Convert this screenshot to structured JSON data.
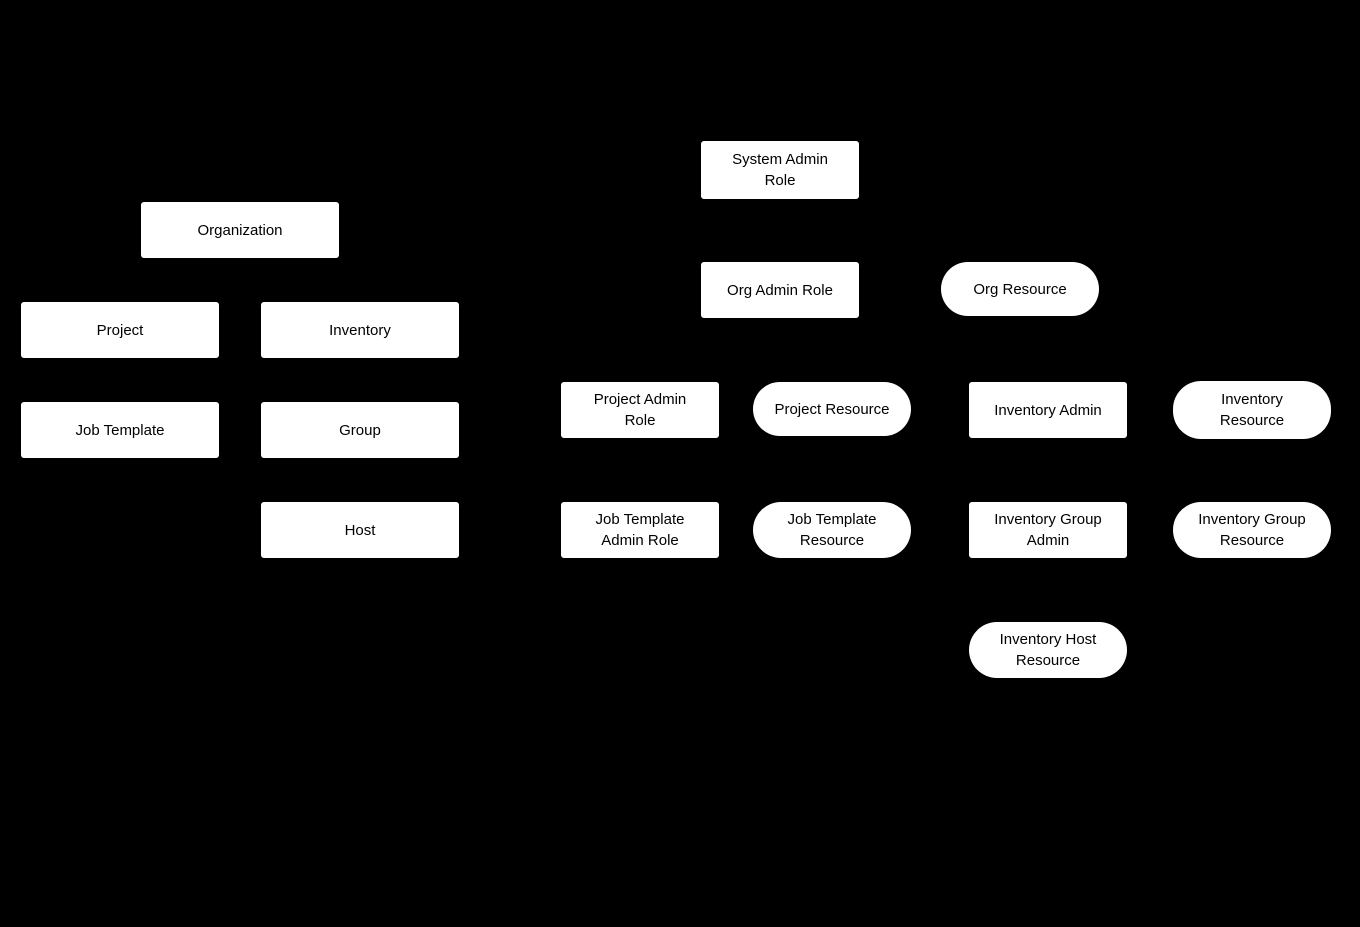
{
  "colors": {
    "background": "#000000",
    "node_fill": "#ffffff",
    "node_text": "#000000"
  },
  "nodes": {
    "organization": {
      "label": "Organization",
      "shape": "rectangle"
    },
    "project": {
      "label": "Project",
      "shape": "rectangle"
    },
    "inventory": {
      "label": "Inventory",
      "shape": "rectangle"
    },
    "job_template": {
      "label": "Job Template",
      "shape": "rectangle"
    },
    "group": {
      "label": "Group",
      "shape": "rectangle"
    },
    "host": {
      "label": "Host",
      "shape": "rectangle"
    },
    "system_admin_role": {
      "label": "System Admin\nRole",
      "shape": "rectangle"
    },
    "org_admin_role": {
      "label": "Org Admin Role",
      "shape": "rectangle"
    },
    "org_resource": {
      "label": "Org Resource",
      "shape": "pill"
    },
    "project_admin_role": {
      "label": "Project Admin\nRole",
      "shape": "rectangle"
    },
    "project_resource": {
      "label": "Project Resource",
      "shape": "pill"
    },
    "inventory_admin": {
      "label": "Inventory Admin",
      "shape": "rectangle"
    },
    "inventory_resource": {
      "label": "Inventory\nResource",
      "shape": "pill"
    },
    "job_template_admin_role": {
      "label": "Job Template\nAdmin Role",
      "shape": "rectangle"
    },
    "job_template_resource": {
      "label": "Job Template\nResource",
      "shape": "pill"
    },
    "inventory_group_admin": {
      "label": "Inventory Group\nAdmin",
      "shape": "rectangle"
    },
    "inventory_group_resource": {
      "label": "Inventory Group\nResource",
      "shape": "pill"
    },
    "inventory_host_resource": {
      "label": "Inventory Host\nResource",
      "shape": "pill"
    }
  }
}
